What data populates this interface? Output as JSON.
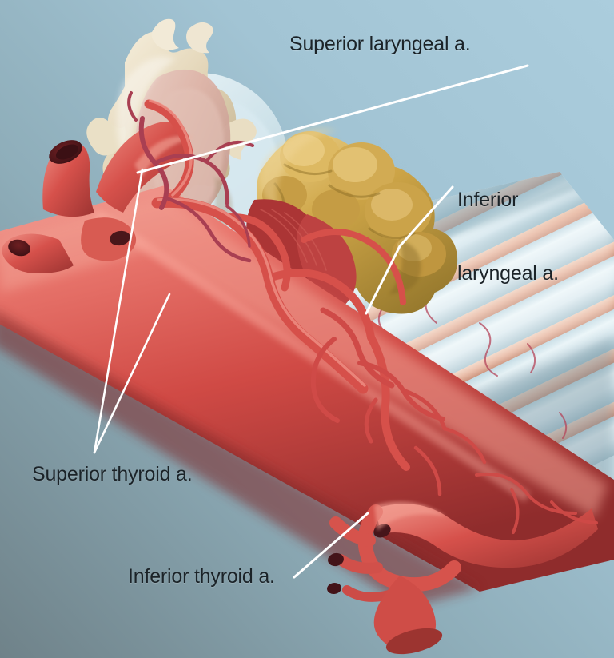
{
  "figure": {
    "type": "anatomical-illustration",
    "subject": "Arterial supply of the larynx, trachea and thyroid gland",
    "background": {
      "top_right_color": "#a7cadb",
      "bottom_left_color": "#71848d",
      "gradient_direction": "diagonal top-right to bottom-left"
    },
    "palette": {
      "artery_red": "#d44b46",
      "artery_highlight": "#ef8f86",
      "artery_shadow": "#96312f",
      "muscle_red": "#b3393a",
      "muscle_dark": "#80262a",
      "cartilage_cream": "#ece0c8",
      "cartilage_shadow": "#c8b894",
      "membrane_blue": "#cfe2ea",
      "trachea_ring": "#d5e8ee",
      "trachea_ligament": "#eab7a1",
      "thyroid_gold": "#cfa648",
      "thyroid_gold_light": "#e2c074",
      "thyroid_gold_dark": "#a07f2f",
      "nerve_yellow": "#e3cf72",
      "leader_line": "#ffffff",
      "label_text": "#1b2328"
    }
  },
  "labels": [
    {
      "id": "superior-laryngeal",
      "line1": "Superior laryngeal a.",
      "line2": "",
      "leader": "single"
    },
    {
      "id": "inferior-laryngeal",
      "line1": "Inferior",
      "line2": "laryngeal a.",
      "leader": "single"
    },
    {
      "id": "superior-thyroid",
      "line1": "Superior thyroid a.",
      "line2": "",
      "leader": "forked"
    },
    {
      "id": "inferior-thyroid",
      "line1": "Inferior thyroid a.",
      "line2": "",
      "leader": "single"
    }
  ],
  "structures": [
    {
      "name": "thyroid-cartilage",
      "color": "#ece0c8"
    },
    {
      "name": "thyrohyoid-membrane",
      "color": "#cfe2ea"
    },
    {
      "name": "cricothyroid-muscle",
      "color": "#b3393a"
    },
    {
      "name": "thyroid-gland",
      "color": "#cfa648"
    },
    {
      "name": "trachea",
      "color": "#d5e8ee"
    },
    {
      "name": "common-carotid-artery",
      "color": "#d44b46"
    },
    {
      "name": "external-carotid-artery",
      "color": "#d44b46"
    },
    {
      "name": "recurrent-laryngeal-nerve",
      "color": "#e3cf72"
    }
  ]
}
